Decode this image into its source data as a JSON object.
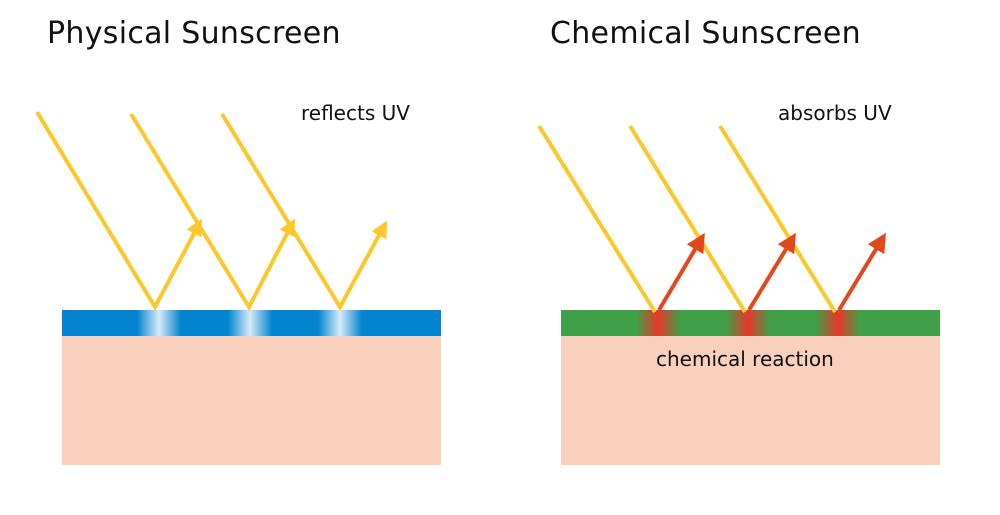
{
  "panels": {
    "physical": {
      "title": "Physical Sunscreen",
      "annotation": "reflects UV",
      "layer_color": "#0384d0",
      "layer_highlight_color": "#cfe6f5"
    },
    "chemical": {
      "title": "Chemical Sunscreen",
      "annotation": "absorbs UV",
      "reaction_label": "chemical reaction",
      "layer_color": "#3fa047",
      "layer_highlight_color": "#e23a2e"
    }
  },
  "colors": {
    "uv_ray": "#fcc72a",
    "emitted_ray": "#e2481a",
    "skin": "#f9cfbe"
  }
}
